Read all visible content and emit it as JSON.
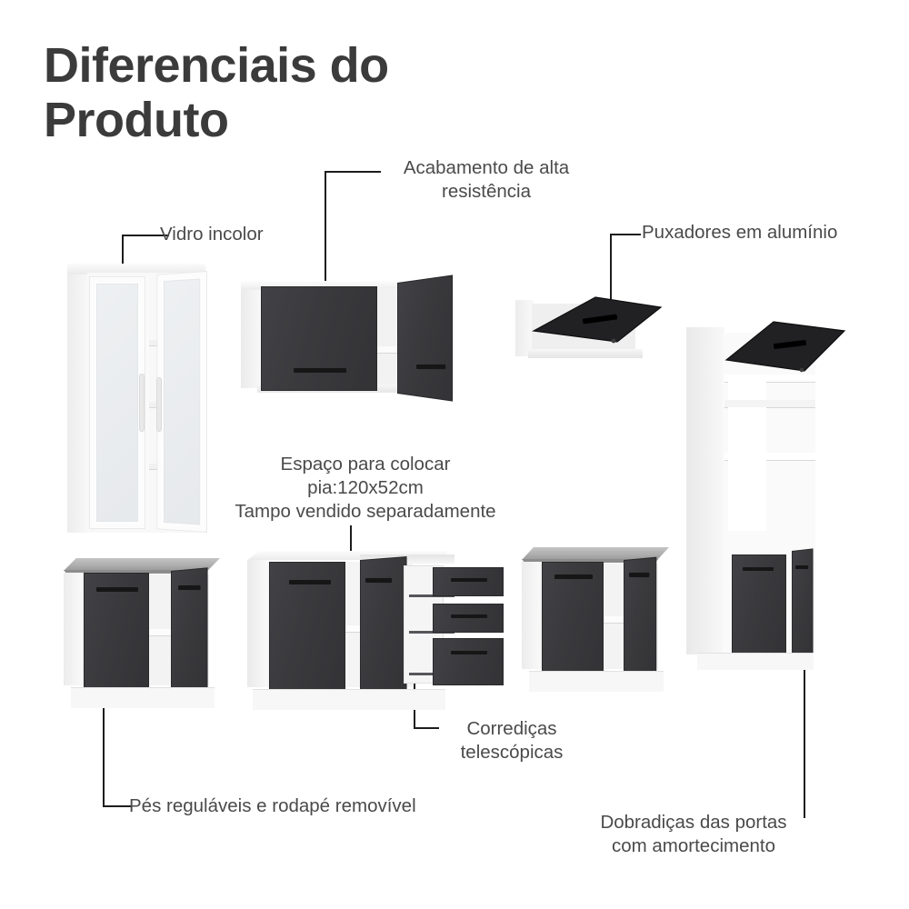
{
  "page": {
    "title_line1": "Diferenciais do",
    "title_line2": "Produto",
    "background_color": "#ffffff",
    "text_color": "#4a4a4a",
    "accent_dark": "#3a3a3d",
    "counter_color": "#aeaeae"
  },
  "callouts": [
    {
      "id": "vidro-incolor",
      "text": "Vidro incolor",
      "target": "glass-door-cabinet",
      "align": "left"
    },
    {
      "id": "acabamento",
      "text": "Acabamento de alta\nresistência",
      "target": "wall-cabinet-two-door",
      "align": "center"
    },
    {
      "id": "puxadores",
      "text": "Puxadores em alumínio",
      "target": "wall-cabinet-flip-door",
      "align": "left"
    },
    {
      "id": "espaco-pia",
      "text": "Espaço para colocar\npia:120x52cm\nTampo vendido separadamente",
      "target": "sink-base-cabinet",
      "align": "center"
    },
    {
      "id": "corredicas",
      "text": "Corrediças\ntelescópicas",
      "target": "drawer-stack",
      "align": "center"
    },
    {
      "id": "pes-reguláveis",
      "text": "Pés reguláveis e rodapé removível",
      "target": "base-cabinet-left",
      "align": "left"
    },
    {
      "id": "dobradicas",
      "text": "Dobradiças das portas\ncom amortecimento",
      "target": "tall-pantry-column",
      "align": "center"
    }
  ],
  "furniture": [
    {
      "id": "glass-door-cabinet",
      "name": "Cristaleira com portas de vidro",
      "doors": 2,
      "shelf_levels": 4,
      "door_material": "vidro incolor",
      "body_color": "#ffffff"
    },
    {
      "id": "wall-cabinet-two-door",
      "name": "Armário aéreo 2 portas",
      "doors": 2,
      "door_color": "#3a3a3d",
      "handle_type": "alumínio horizontal"
    },
    {
      "id": "wall-cabinet-flip-door",
      "name": "Armário aéreo basculante",
      "doors": 1,
      "door_color": "#3a3a3d",
      "door_state": "aberta"
    },
    {
      "id": "tall-pantry-column",
      "name": "Torre quente / paneleiro",
      "doors": 3,
      "open_shelves": 3,
      "door_color": "#3a3a3d"
    },
    {
      "id": "base-cabinet-left",
      "name": "Balcão 2 portas",
      "doors": 2,
      "has_countertop": true,
      "countertop_color": "#aeaeae"
    },
    {
      "id": "sink-base-cabinet",
      "name": "Balcão para pia com gavetas",
      "doors": 2,
      "drawers": 3,
      "sink_size": "120x52cm"
    },
    {
      "id": "base-cabinet-right",
      "name": "Balcão 2 portas",
      "doors": 2,
      "has_countertop": true,
      "countertop_color": "#aeaeae"
    },
    {
      "id": "drawer-stack",
      "name": "Gaveteiro 3 gavetas",
      "drawers": 3,
      "slide_type": "corrediças telescópicas"
    }
  ]
}
